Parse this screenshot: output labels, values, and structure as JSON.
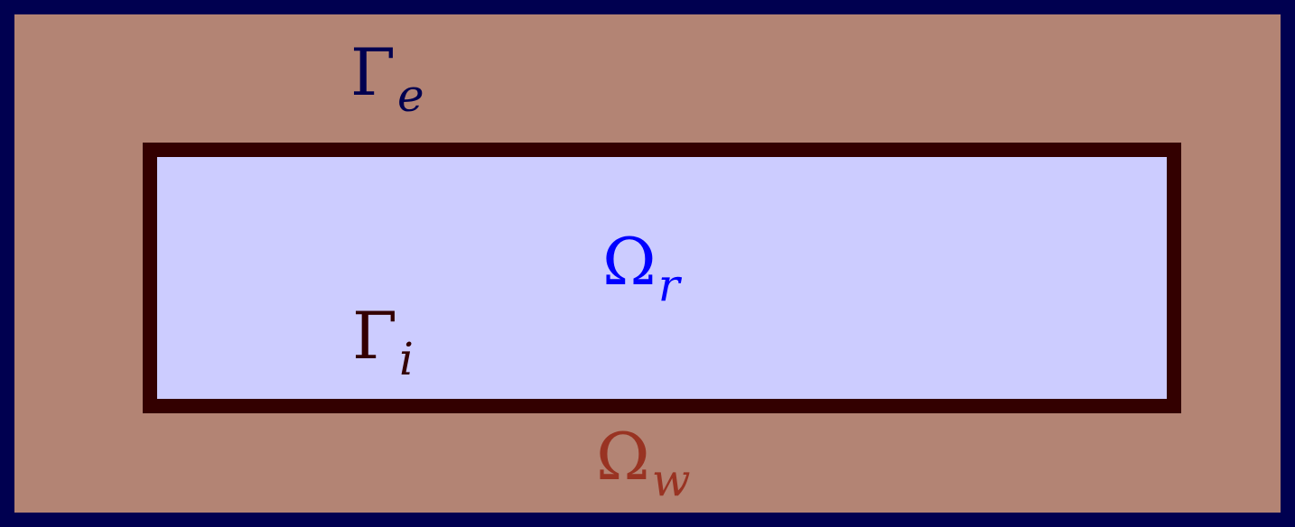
{
  "regions": {
    "outer_boundary_color": "#000050",
    "wall_color": "#b38474",
    "interior_boundary_color": "#330000",
    "interior_color": "#ccccff"
  },
  "labels": {
    "gamma_e": {
      "symbol": "Γ",
      "subscript": "e",
      "color": "#000050"
    },
    "omega_r": {
      "symbol": "Ω",
      "subscript": "r",
      "color": "#0000ff"
    },
    "gamma_i": {
      "symbol": "Γ",
      "subscript": "i",
      "color": "#330000"
    },
    "omega_w": {
      "symbol": "Ω",
      "subscript": "w",
      "color": "#993322"
    }
  }
}
